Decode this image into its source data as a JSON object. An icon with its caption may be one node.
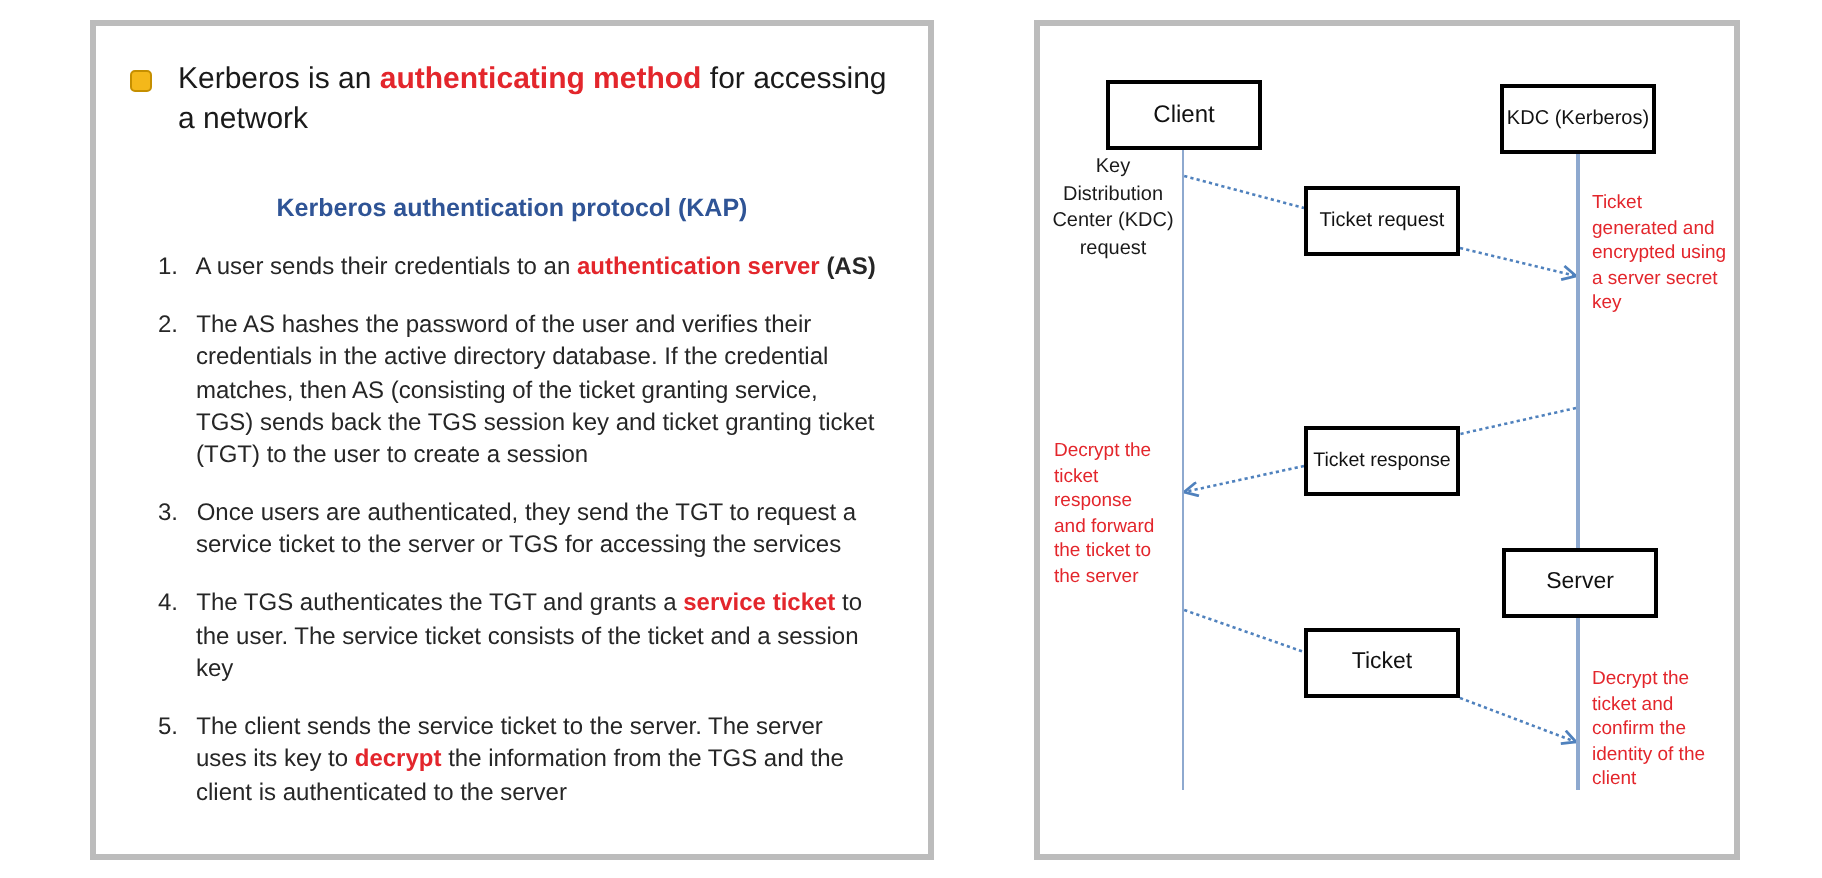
{
  "diagram": {
    "nodes": [
      {
        "text": [
          "Kerberos is an **authenticating method** for accessing a network",
          "Kerberos authentication protocol (KAP)",
          "1. A user sends their credentials to an **authentication server** **(AS)**",
          "2. The AS hashes the password of the user and verifies their credentials in the active directory database. If the credential matches, then AS (consisting of the ticket granting service, TGS) sends back the TGS session key and ticket granting ticket (TGT) to the user to create a session",
          "3. Once users are authenticated, they send the TGT to request a service ticket to the server or TGS for accessing the services",
          "4. The TGS authenticates the TGT and grants a **service ticket** to the user. The service ticket consists of the ticket and a session key",
          "5. The client sends the service ticket to the server. The server uses its key to **decrypt** the information from the TGS and the client is authenticated to the server"
        ]
      },
      {
        "text": [],
        "shape": "box"
      },
      {
        "text": [
          "Client"
        ],
        "in": 1
      },
      {
        "text": [
          "KDC (Kerberos)"
        ],
        "in": 1
      },
      {
        "text": [],
        "shape": "line",
        "in": 1,
        "beside": [
          "Key Distribution Center (KDC) request",
          "Decrypt the ticket response and forward the ticket to the server"
        ]
      },
      {
        "text": [],
        "shape": "line",
        "in": 1,
        "beside": [
          "Ticket generated and encrypted using a server secret key"
        ]
      },
      {
        "text": [
          "Ticket request"
        ],
        "in": 1
      },
      {
        "text": [
          "Ticket response"
        ],
        "in": 1
      },
      {
        "text": [
          "Server"
        ],
        "in": 1
      },
      {
        "text": [],
        "shape": "line",
        "in": 1,
        "beside": [
          "Decrypt the ticket and confirm the identity of the client"
        ]
      },
      {
        "text": [
          "Ticket"
        ],
        "in": 1
      }
    ],
    "edges": [
      {
        "from": 4,
        "to": 6,
        "arrow": "none"
      },
      {
        "from": 6,
        "to": 5,
        "arrow": "to"
      },
      {
        "from": 5,
        "to": 7,
        "arrow": "none"
      },
      {
        "from": 7,
        "to": 4,
        "arrow": "to"
      },
      {
        "from": 4,
        "to": 10,
        "arrow": "none"
      },
      {
        "from": 10,
        "to": 9,
        "arrow": "to"
      }
    ]
  }
}
